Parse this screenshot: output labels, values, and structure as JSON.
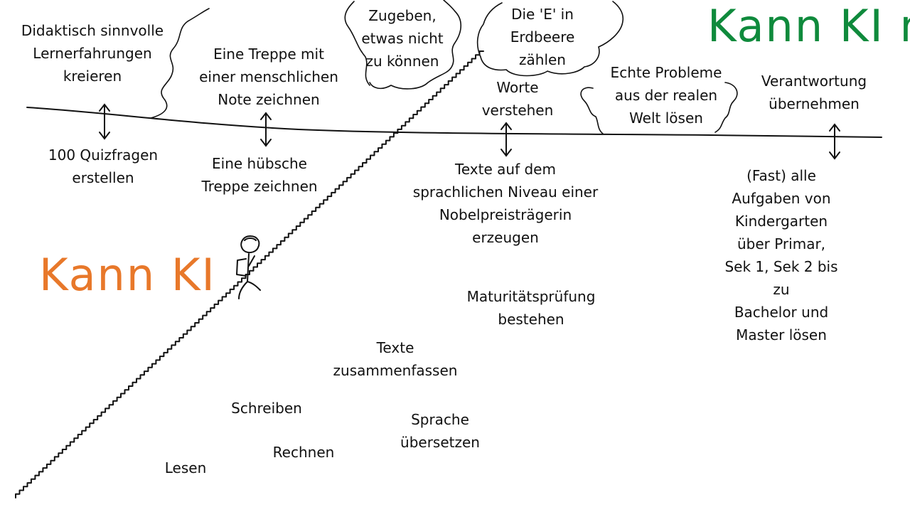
{
  "colors": {
    "ink": "#111111",
    "cannot_heading": "#0f8a3c",
    "can_heading": "#e8782a"
  },
  "headings": {
    "cannot": "Kann KI nicht",
    "can": "Kann KI"
  },
  "above_line": {
    "didaktisch": "Didaktisch sinnvolle\nLernerfahrungen\nkreieren",
    "treppe_menschlich": "Eine Treppe mit\neiner menschlichen\nNote zeichnen",
    "zugeben": "Zugeben,\netwas nicht\nzu können",
    "e_erdbeere": "Die 'E' in\nErdbeere\nzählen",
    "worte": "Worte\nverstehen",
    "probleme": "Echte Probleme\naus der realen\nWelt lösen",
    "verantwortung": "Verantwortung\nübernehmen"
  },
  "below_line": {
    "quizfragen": "100 Quizfragen\nerstellen",
    "treppe_huebsch": "Eine hübsche\nTreppe zeichnen",
    "nobel": "Texte auf dem\nsprachlichen Niveau einer\nNobelpreisträgerin\nerzeugen",
    "aufgaben": "(Fast) alle Aufgaben von\nKindergarten über Primar,\nSek 1, Sek 2 bis zu\nBachelor und Master lösen",
    "matura": "Maturitätsprüfung\nbestehen",
    "zusammenfassen": "Texte\nzusammenfassen",
    "schreiben": "Schreiben",
    "uebersetzen": "Sprache\nübersetzen",
    "rechnen": "Rechnen",
    "lesen": "Lesen"
  }
}
